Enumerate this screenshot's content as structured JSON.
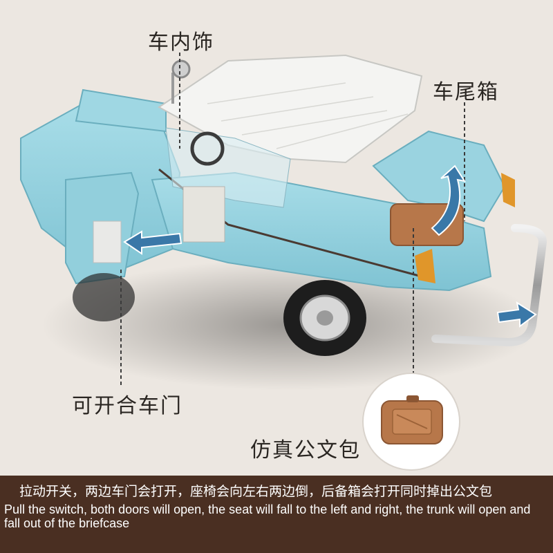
{
  "labels": {
    "interior": "车内饰",
    "trunk": "车尾箱",
    "doors": "可开合车门",
    "briefcase": "仿真公文包"
  },
  "caption": {
    "chinese": "拉动开关，两边车门会打开，座椅会向左右两边倒，后备箱会打开同时掉出公文包",
    "english": "Pull the switch, both doors will open, the seat will fall to the left and right, the trunk will open and fall out of the briefcase"
  },
  "colors": {
    "background": "#ece7e1",
    "car_body": "#8fd0de",
    "roof": "#f4f4f2",
    "caption_bar": "#4a2f22",
    "briefcase": "#b7774a",
    "arrow": "#3a78a8"
  },
  "icons": [
    "curved-arrow-icon",
    "right-arrow-icon",
    "left-arrow-icon"
  ]
}
